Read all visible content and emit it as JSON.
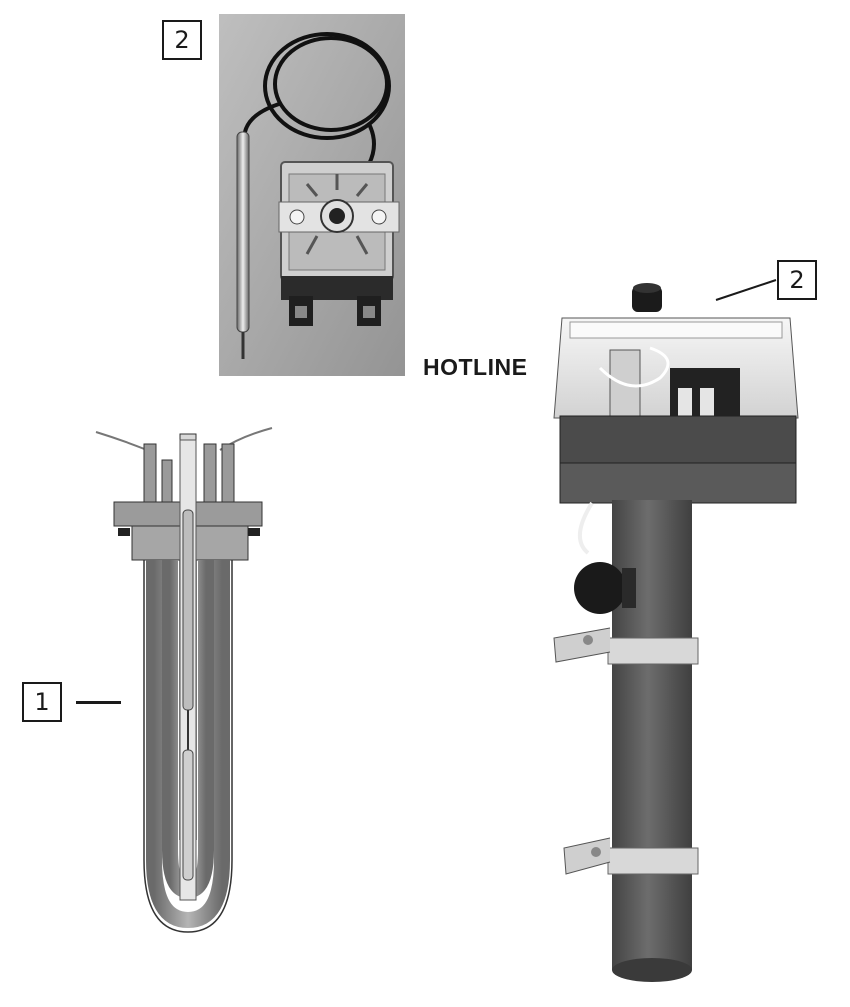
{
  "callouts": {
    "thermostat_photo": "2",
    "thermostat_unit": "2",
    "heating_element": "1"
  },
  "product_label": "HOTLINE",
  "colors": {
    "photo_background": "#a9a9a9",
    "heater_body": "#555555",
    "housing_lid": "#ececec",
    "outline": "#1a1a1a"
  }
}
